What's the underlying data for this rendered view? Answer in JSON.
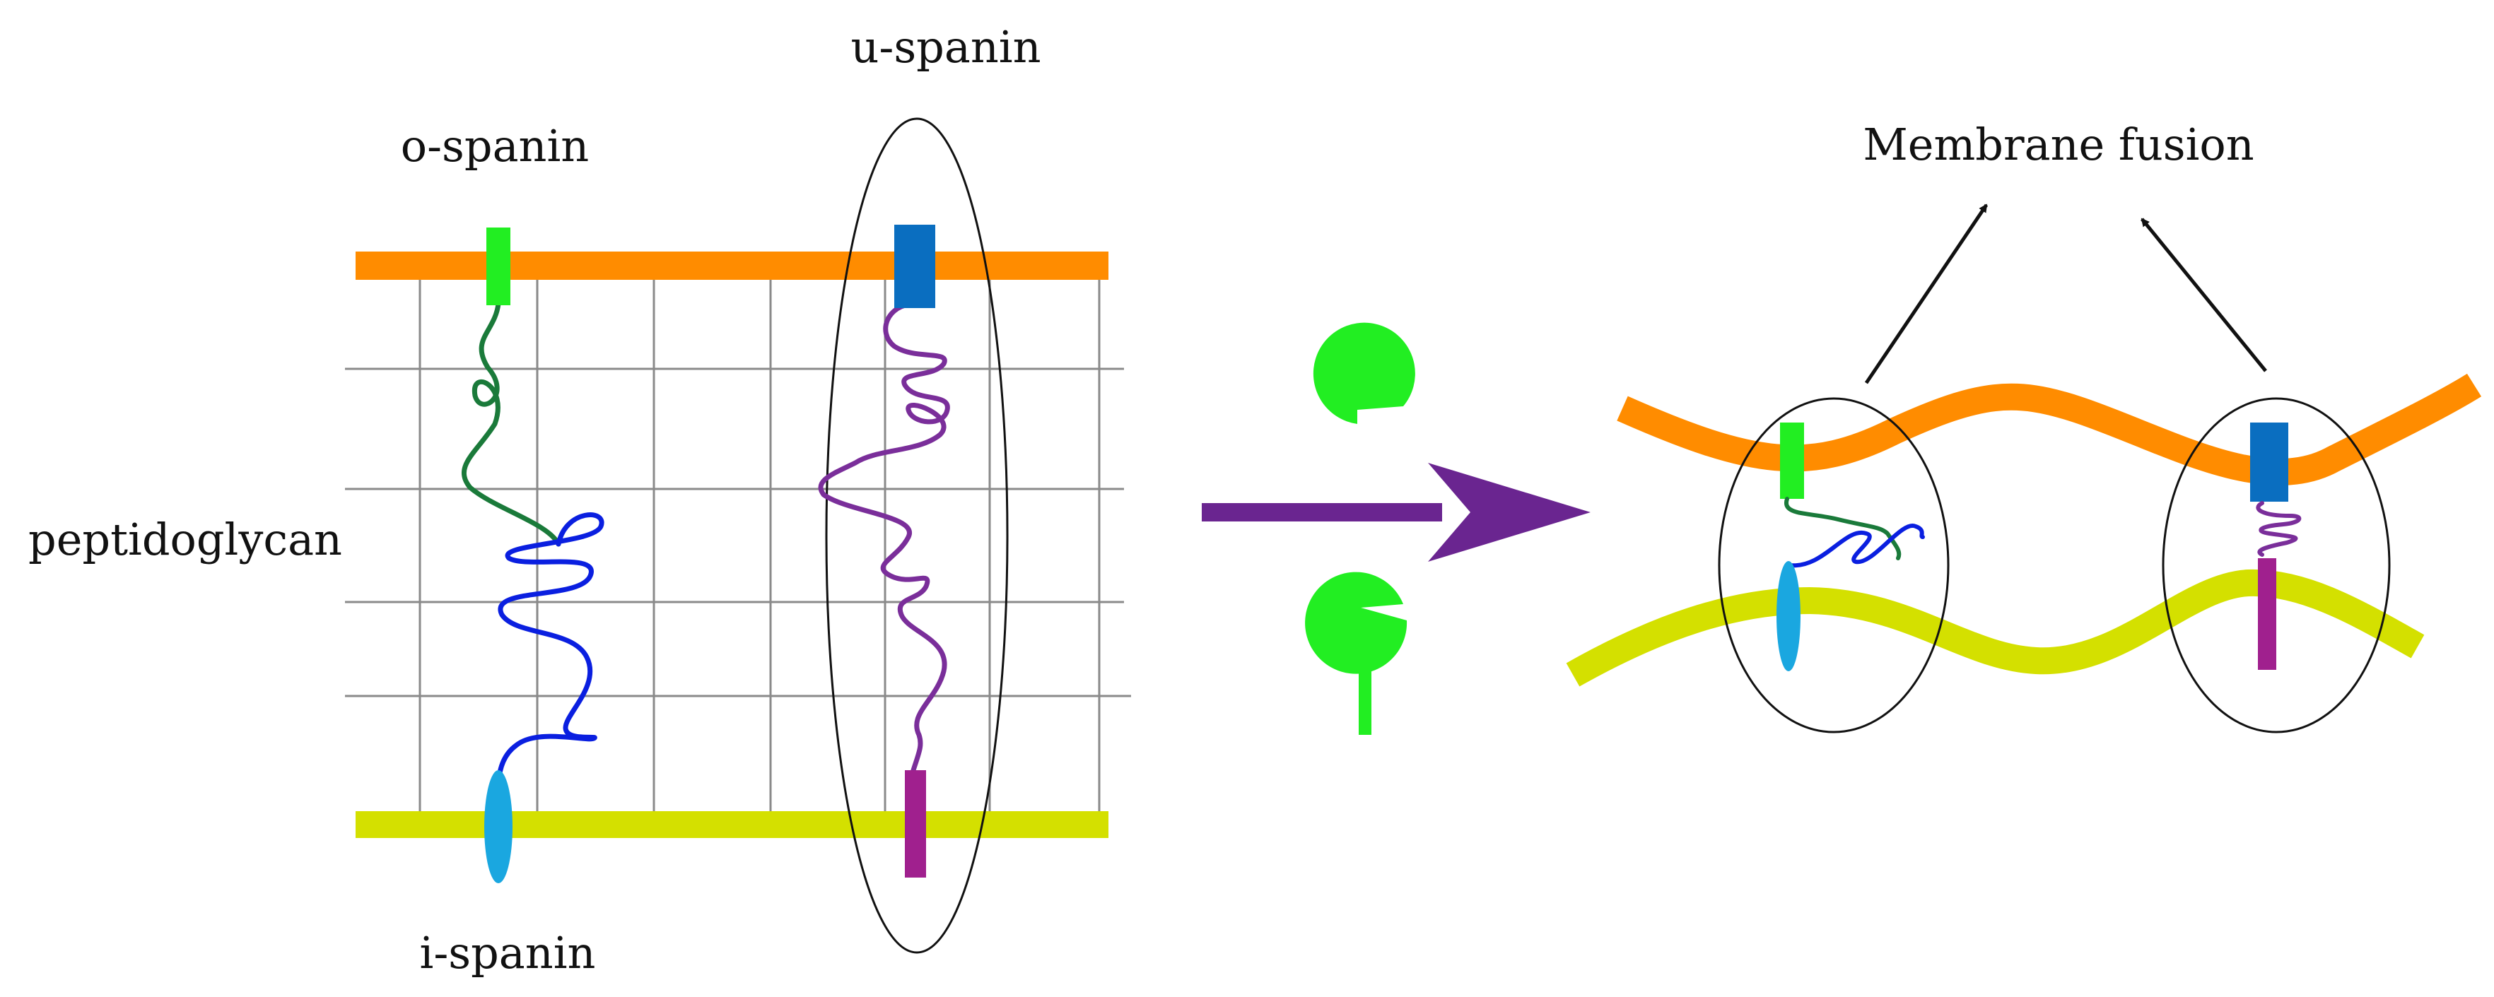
{
  "labels": {
    "u_spanin": "u-spanin",
    "o_spanin": "o-spanin",
    "i_spanin": "i-spanin",
    "peptidoglycan": "peptidoglycan",
    "membrane_fusion": "Membrane fusion"
  },
  "colors": {
    "outer_membrane": "#ff8c00",
    "inner_membrane": "#d4e000",
    "o_spanin_box": "#22ee22",
    "o_spanin_chain": "#1a7a3a",
    "i_spanin_chain": "#0a1fe0",
    "i_spanin_anchor": "#1aa7e0",
    "u_spanin_box": "#0a6ec0",
    "u_spanin_chain": "#7a2e9a",
    "u_spanin_anchor": "#a0208e",
    "process_arrow": "#6a2590",
    "endopeptidase": "#22ee22",
    "mesh": "#8a8a8a",
    "outline": "#111111"
  },
  "icons": [
    "endopeptidase-icon",
    "membrane-bound-endopeptidase-icon",
    "process-arrow-icon"
  ]
}
